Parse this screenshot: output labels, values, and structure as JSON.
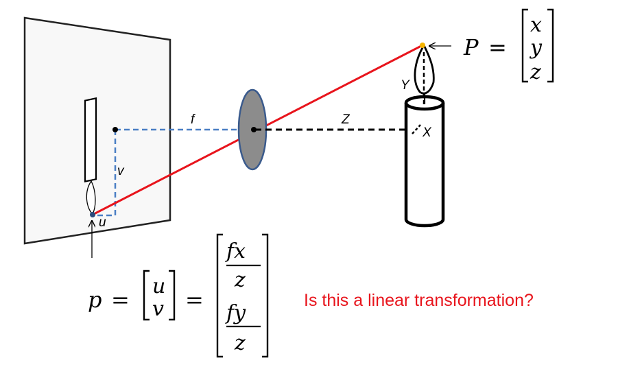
{
  "colors": {
    "ray": "#e8141c",
    "dashed_blue": "#4a7ec4",
    "lens_fill": "#8c8c8c",
    "lens_stroke": "#3a5a8c",
    "image_plane": "#f8f8f8",
    "flame_tip": "#f5b400",
    "question": "#e8141c"
  },
  "diagram": {
    "labels": {
      "f": "f",
      "Z": "Z",
      "v": "v",
      "u": "u",
      "X": "X",
      "Y": "Y"
    },
    "point_equation": {
      "lhs": "P",
      "equals": "=",
      "entries": [
        "x",
        "y",
        "z"
      ]
    },
    "projection_equation": {
      "lhs": "p",
      "equals": "=",
      "vector": [
        "u",
        "v"
      ],
      "fractions": [
        {
          "numerator": "fx",
          "denominator": "z"
        },
        {
          "numerator": "fy",
          "denominator": "z"
        }
      ]
    },
    "question": "Is this a linear transformation?"
  }
}
